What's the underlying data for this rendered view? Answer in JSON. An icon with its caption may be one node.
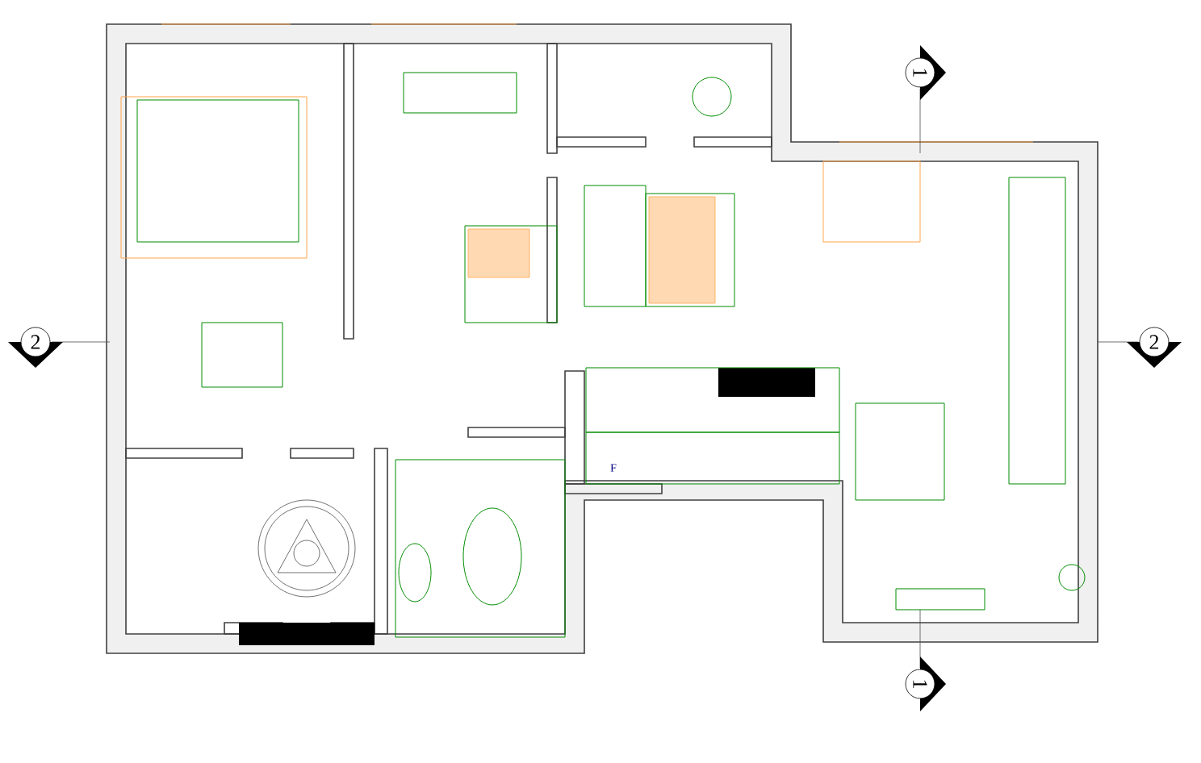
{
  "diagram": {
    "labels": [
      "1",
      "2",
      "2",
      "F",
      "1"
    ]
  }
}
